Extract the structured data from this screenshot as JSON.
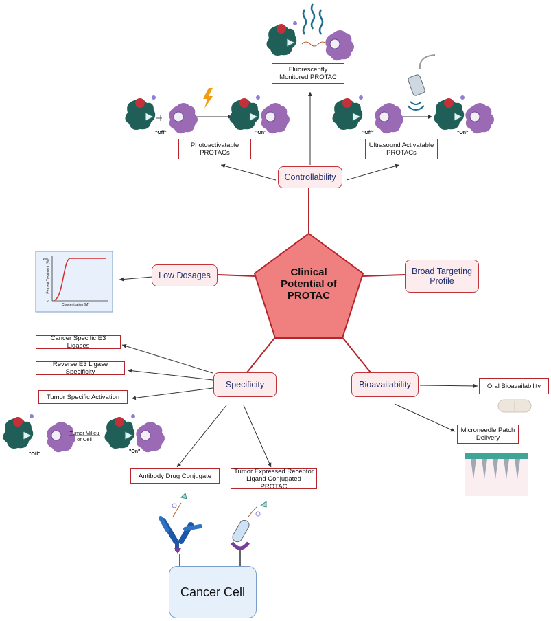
{
  "center": {
    "line1": "Clinical",
    "line2": "Potential of",
    "line3": "PROTAC"
  },
  "branches": {
    "controllability": "Controllability",
    "low_dosages": "Low Dosages",
    "broad_targeting": "Broad Targeting Profile",
    "specificity": "Specificity",
    "bioavailability": "Bioavailability"
  },
  "controllability_items": {
    "fluorescent": "Fluorescently Monitored PROTAC",
    "photo": "Photoactivatable PROTACs",
    "ultrasound": "Ultrasound Activatable PROTACs"
  },
  "state_labels": {
    "off": "\"Off\"",
    "on": "\"On\""
  },
  "specificity_items": {
    "cancer_e3": "Cancer Specific E3 Ligases",
    "reverse_e3": "Reverse E3 Ligase Specificity",
    "tumor_activation": "Tumor Specific Activation",
    "tumor_milieu": "Tumor Milieu or Cell",
    "adc": "Antibody Drug Conjugate",
    "ligand": "Tumor Expressed Receptor Ligand Conjugated PROTAC"
  },
  "bioavailability_items": {
    "oral": "Oral Bioavailability",
    "microneedle": "Microneedle Patch Delivery"
  },
  "dose_chart": {
    "ylabel": "Percent Treatment (%)",
    "xlabel": "Concentration (M)",
    "tick_top": "100",
    "tick_bottom": "0"
  },
  "cancer_cell": "Cancer Cell",
  "icons": [
    "protac-complex-icon",
    "lightning-icon",
    "ultrasound-probe-icon",
    "fluorescence-waves-icon",
    "pill-icon",
    "microneedle-patch-icon",
    "antibody-icon",
    "receptor-icon"
  ],
  "colors": {
    "accent_red": "#b5252b",
    "pentagon": "#f08080",
    "pill_fill": "#fdecee",
    "label_blue": "#23306e",
    "e3_teal": "#1f5f57",
    "target_purple": "#9a6ab5"
  }
}
